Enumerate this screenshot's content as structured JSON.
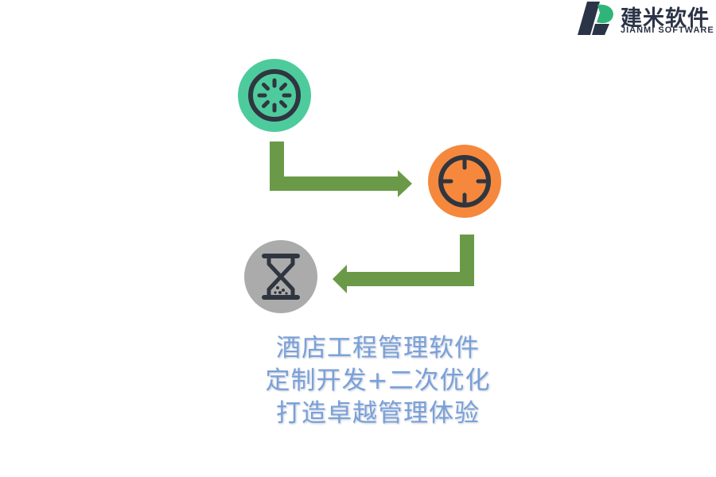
{
  "brand": {
    "name_cn": "建米软件",
    "name_en": "JIANMI SOFTWARE"
  },
  "steps": [
    {
      "icon": "loading-icon",
      "color": "#4ecb9d"
    },
    {
      "icon": "crosshair-icon",
      "color": "#f5883c"
    },
    {
      "icon": "hourglass-icon",
      "color": "#ababab"
    }
  ],
  "arrow_color": "#6a9a48",
  "caption": {
    "line1": "酒店工程管理软件",
    "line2": "定制开发+二次优化",
    "line3": "打造卓越管理体验"
  }
}
